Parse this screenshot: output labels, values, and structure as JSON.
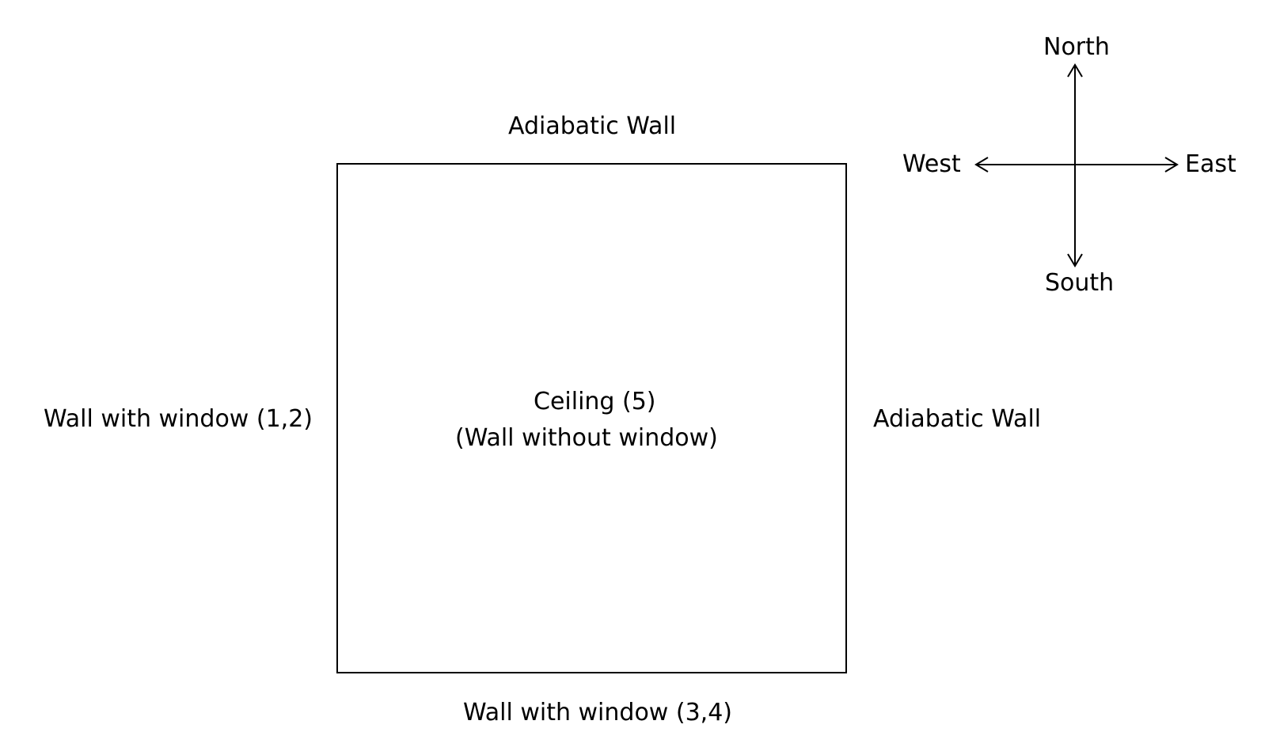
{
  "diagram": {
    "north_wall_label": "Adiabatic Wall",
    "east_wall_label": "Adiabatic Wall",
    "west_wall_label": "Wall with window (1,2)",
    "south_wall_label": "Wall with window (3,4)",
    "center_line1": "Ceiling (5)",
    "center_line2": "(Wall without window)"
  },
  "compass": {
    "north": "North",
    "south": "South",
    "east": "East",
    "west": "West"
  },
  "colors": {
    "line": "#000000",
    "background": "#ffffff"
  }
}
